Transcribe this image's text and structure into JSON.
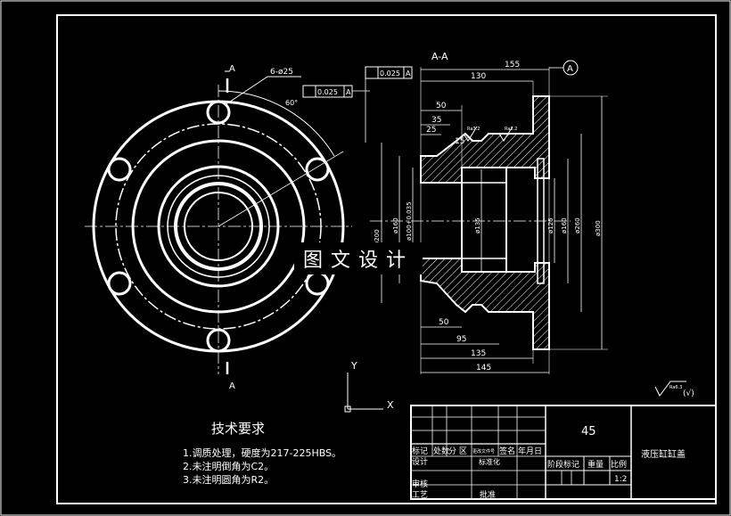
{
  "drawing": {
    "section_label": "A-A",
    "view_marker_top": "A",
    "view_marker_bottom": "A",
    "datum_label": "A",
    "hole_callout": "6-ø25",
    "angle_callout": "60°",
    "tol_frame_1": {
      "value": "0.025",
      "datum": "A"
    },
    "tol_frame_2": {
      "value": "0.025",
      "datum": "A"
    },
    "dims": {
      "d155": "155",
      "d130": "130",
      "d50a": "50",
      "d35": "35",
      "d25": "25",
      "d15": "15",
      "d50b": "50",
      "d95": "95",
      "d135": "135",
      "d145": "145",
      "dia60": "ø160",
      "dia100": "ø100+0.035",
      "dia135": "ø135",
      "dia125": "ø125",
      "dia160": "ø160",
      "dia260": "ø260",
      "dia300": "ø300",
      "dia200": "ø200"
    },
    "roughness_1": "Ra3.2",
    "roughness_2": "Ra3.2",
    "roughness_general": "Ra6.3",
    "roughness_general_suffix": "(√)",
    "axis_y": "Y",
    "axis_x": "X"
  },
  "watermark": "图文设计",
  "notes": {
    "title": "技术要求",
    "lines": [
      "1.调质处理，硬度为217-225HBS。",
      "2.未注明倒角为C2。",
      "3.未注明圆角为R2。"
    ]
  },
  "title_block": {
    "material": "45",
    "part_name": "液压缸缸盖",
    "row_headers": [
      "标记",
      "处数",
      "分 区",
      "更改文件号",
      "签名",
      "年月日"
    ],
    "designer_label": "设计",
    "std_label": "标准化",
    "review_label": "审核",
    "process_label": "工艺",
    "approve_label": "批准",
    "stage_label": "阶段标记",
    "weight_label": "重量",
    "scale_label": "比例",
    "scale_value": "1:2"
  }
}
